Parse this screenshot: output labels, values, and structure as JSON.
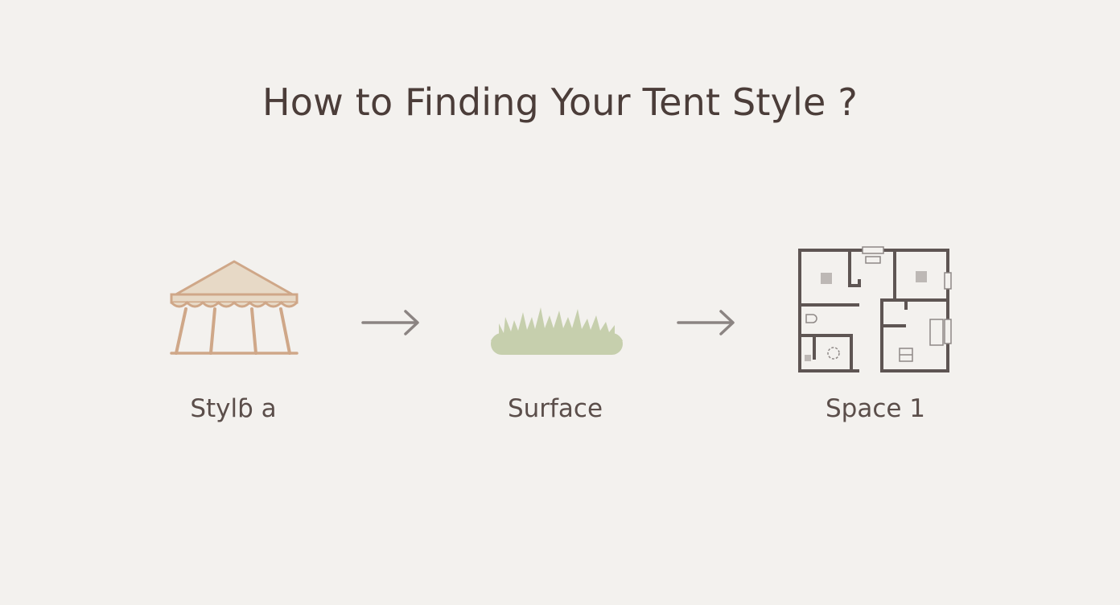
{
  "title": "How to Finding Your Tent Style ?",
  "steps": [
    {
      "label": "Stylɓ a",
      "icon": "tent-icon"
    },
    {
      "label": "Surface",
      "icon": "grass-icon"
    },
    {
      "label": "Space 1",
      "icon": "floor-plan-icon"
    }
  ],
  "arrows": [
    "right-arrow-icon",
    "right-arrow-icon"
  ],
  "colors": {
    "background": "#f3f1ee",
    "tent_stroke": "#cfa788",
    "tent_fill": "#e7d9c6",
    "grass": "#c6cfad",
    "floor_plan": "#5e5553",
    "arrow": "#8b8482",
    "text": "#4b3d39"
  }
}
